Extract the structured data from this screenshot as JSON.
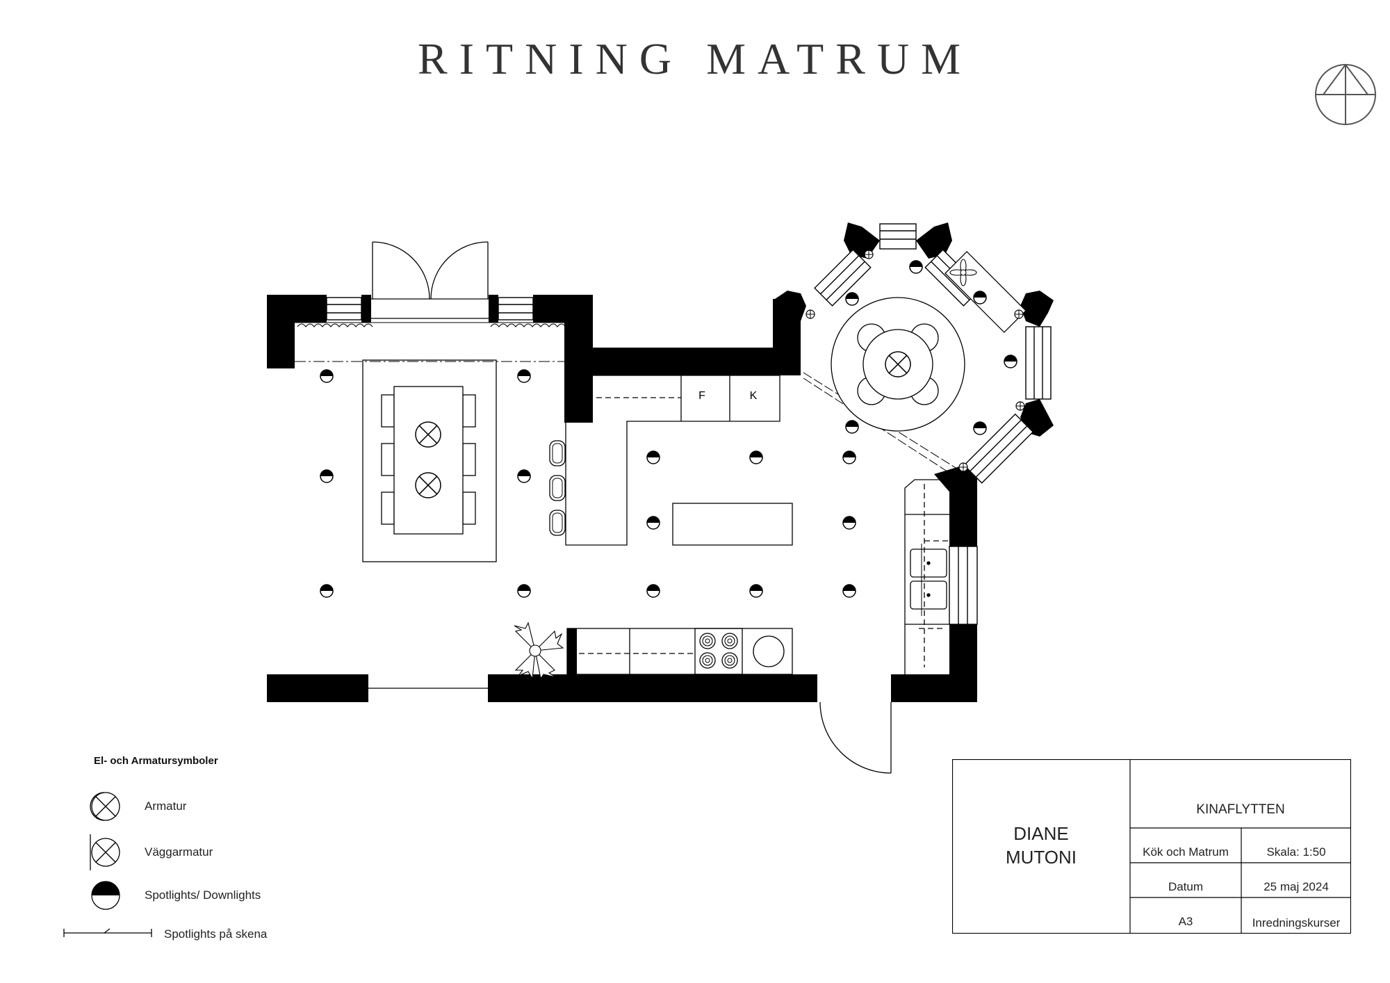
{
  "title": "RITNING MATRUM",
  "plan": {
    "appliance_labels": [
      "F",
      "K"
    ]
  },
  "legend": {
    "title": "El- och Armatursymboler",
    "items": [
      {
        "icon": "armatur-icon",
        "label": "Armatur"
      },
      {
        "icon": "wall-fixture-icon",
        "label": "Väggarmatur"
      },
      {
        "icon": "spotlight-icon",
        "label": "Spotlights/ Downlights"
      },
      {
        "icon": "track-spotlight-icon",
        "label": "Spotlights på skena"
      }
    ]
  },
  "title_block": {
    "designer_line1": "DIANE",
    "designer_line2": "MUTONI",
    "project": "KINAFLYTTEN",
    "room": "Kök och Matrum",
    "scale": "Skala: 1:50",
    "date_label": "Datum",
    "date": "25 maj 2024",
    "format": "A3",
    "company": "Inredningskurser"
  },
  "colors": {
    "wall": "#000000",
    "line": "#1a1a1a",
    "title": "#333333"
  }
}
